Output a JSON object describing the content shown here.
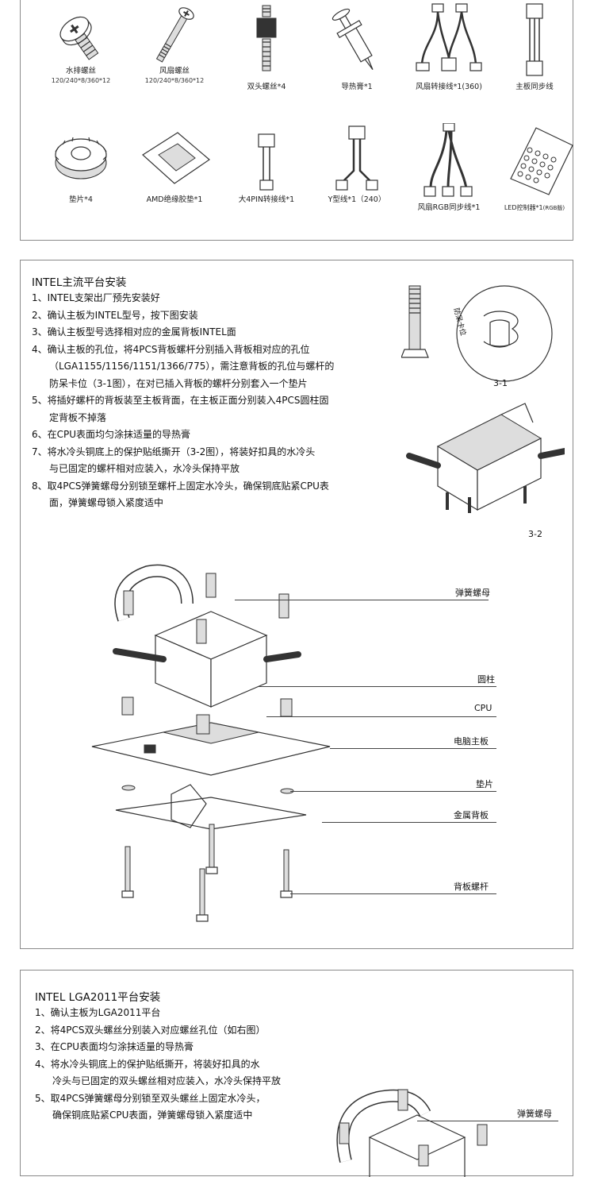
{
  "parts": [
    {
      "id": "p-water-screw",
      "name": "水排螺丝",
      "sub": "120/240*8/360*12",
      "icon": "phillips-screw-icon"
    },
    {
      "id": "p-fan-screw",
      "name": "风扇螺丝",
      "sub": "120/240*8/360*12",
      "icon": "long-screw-icon"
    },
    {
      "id": "p-double-screw",
      "name": "双头螺丝*4",
      "sub": "",
      "icon": "double-head-screw-icon"
    },
    {
      "id": "p-thermal-paste",
      "name": "导热膏*1",
      "sub": "",
      "icon": "thermal-paste-syringe-icon"
    },
    {
      "id": "p-fan-adapter",
      "name": "风扇转接线*1(360)",
      "sub": "",
      "icon": "fan-adapter-cable-icon"
    },
    {
      "id": "p-mb-sync",
      "name": "主板同步线",
      "sub": "",
      "icon": "sync-cable-icon"
    },
    {
      "id": "p-washer",
      "name": "垫片*4",
      "sub": "",
      "icon": "knurled-washer-icon"
    },
    {
      "id": "p-amd-pad",
      "name": "AMD绝缘胶垫*1",
      "sub": "",
      "icon": "insulation-pad-icon"
    },
    {
      "id": "p-4pin",
      "name": "大4PIN转接线*1",
      "sub": "",
      "icon": "4pin-cable-icon"
    },
    {
      "id": "p-y-cable",
      "name": "Y型线*1（240）",
      "sub": "",
      "icon": "y-cable-icon"
    },
    {
      "id": "p-rgb-sync",
      "name": "风扇RGB同步线*1",
      "sub": "",
      "icon": "rgb-sync-cable-icon"
    },
    {
      "id": "p-led-ctrl",
      "name": "LED控制器*1",
      "sub": "(RGB版)",
      "icon": "led-controller-icon"
    }
  ],
  "intel": {
    "title": "INTEL主流平台安装",
    "steps": [
      "1、INTEL支架出厂预先安装好",
      "2、确认主板为INTEL型号，按下图安装",
      "3、确认主板型号选择相对应的金属背板INTEL面",
      "4、确认主板的孔位，将4PCS背板螺杆分别插入背板相对应的孔位",
      "（LGA1155/1156/1151/1366/775），需注意背板的孔位与螺杆的",
      "防呆卡位（3-1图），在对已插入背板的螺杆分别套入一个垫片",
      "5、将插好螺杆的背板装至主板背面，在主板正面分别装入4PCS圆柱固",
      "定背板不掉落",
      "6、在CPU表面均匀涂抹适量的导热膏",
      "7、将水冷头铜底上的保护贴纸撕开（3-2图），将装好扣具的水冷头",
      "与已固定的螺杆相对应装入，水冷头保持平放",
      "8、取4PCS弹簧螺母分别锁至螺杆上固定水冷头，确保铜底贴紧CPU表",
      "面，弹簧螺母锁入紧度适中"
    ],
    "fig1": "3-1",
    "fig1_tag": "防呆卡位",
    "fig2": "3-2",
    "labels": [
      "弹簧螺母",
      "圆柱",
      "CPU",
      "电脑主板",
      "垫片",
      "金属背板",
      "背板螺杆"
    ]
  },
  "lga2011": {
    "title": "INTEL LGA2011平台安装",
    "steps": [
      "1、确认主板为LGA2011平台",
      "2、将4PCS双头螺丝分别装入对应螺丝孔位（如右图）",
      "3、在CPU表面均匀涂抹适量的导热膏",
      "4、将水冷头铜底上的保护贴纸撕开，将装好扣具的水",
      "冷头与已固定的双头螺丝相对应装入，水冷头保持平放",
      "5、取4PCS弹簧螺母分别锁至双头螺丝上固定水冷头，",
      "确保铜底贴紧CPU表面，弹簧螺母锁入紧度适中"
    ],
    "label": "弹簧螺母"
  }
}
